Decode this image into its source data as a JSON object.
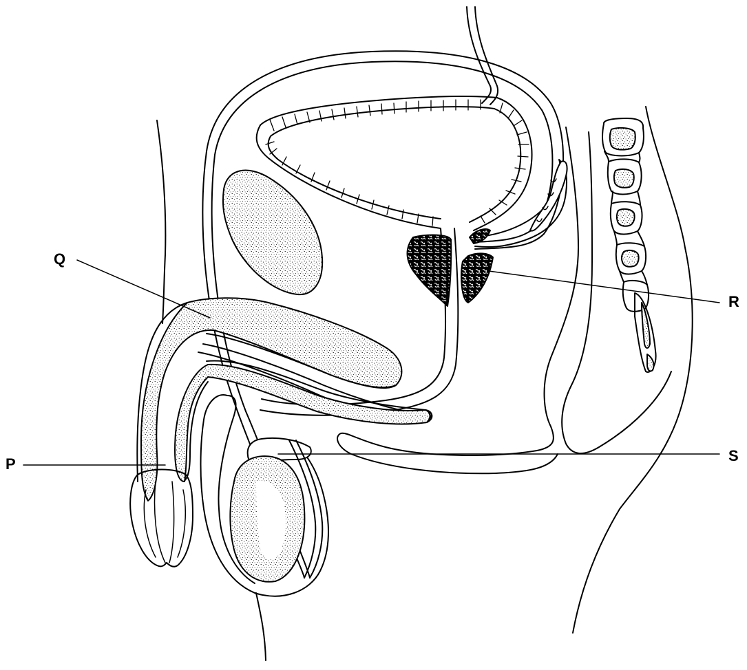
{
  "labels": {
    "q": "Q",
    "r": "R",
    "p": "P",
    "s": "S"
  },
  "colors": {
    "ink": "#000000",
    "background": "#ffffff"
  }
}
